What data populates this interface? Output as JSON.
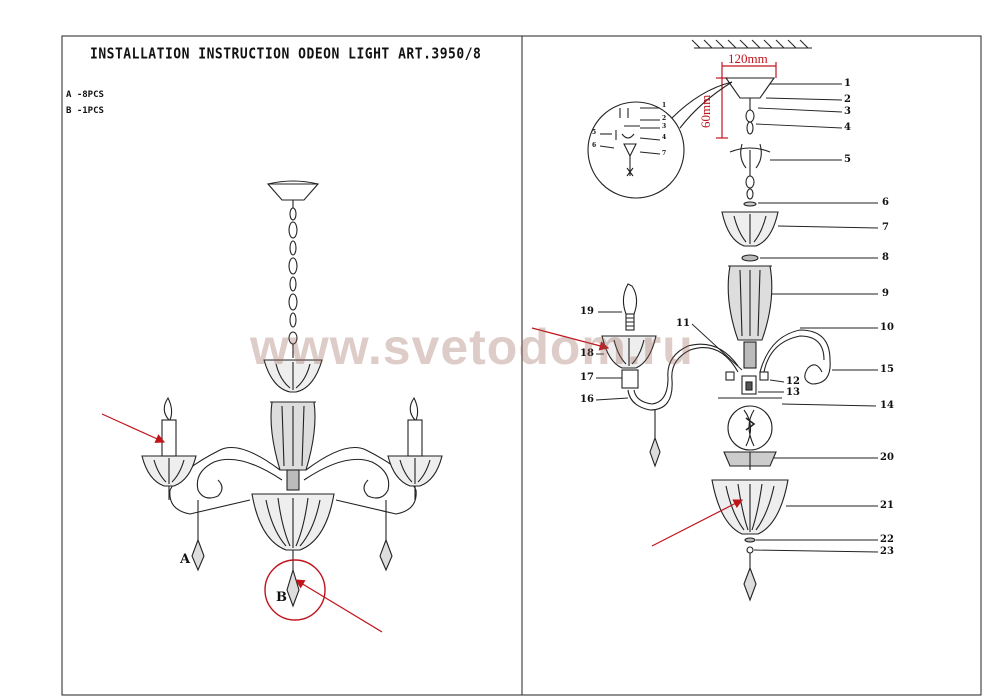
{
  "header": {
    "title": "INSTALLATION INSTRUCTION ODEON LIGHT ART.3950/8"
  },
  "parts_list": [
    {
      "label": "A -8PCS"
    },
    {
      "label": "B -1PCS"
    }
  ],
  "callouts": {
    "a": "A",
    "b": "B"
  },
  "dimensions": {
    "width": "120mm",
    "height": "60mm"
  },
  "part_numbers": [
    "1",
    "2",
    "3",
    "4",
    "5",
    "6",
    "7",
    "8",
    "9",
    "10",
    "11",
    "12",
    "13",
    "14",
    "15",
    "16",
    "17",
    "18",
    "19",
    "20",
    "21",
    "22",
    "23"
  ],
  "inset_numbers": [
    "1",
    "2",
    "3",
    "4",
    "5",
    "6",
    "7"
  ],
  "watermark": "www.svetodom.ru",
  "colors": {
    "line": "#222222",
    "arrow": "#c0141c",
    "dimension": "#c0141c"
  }
}
